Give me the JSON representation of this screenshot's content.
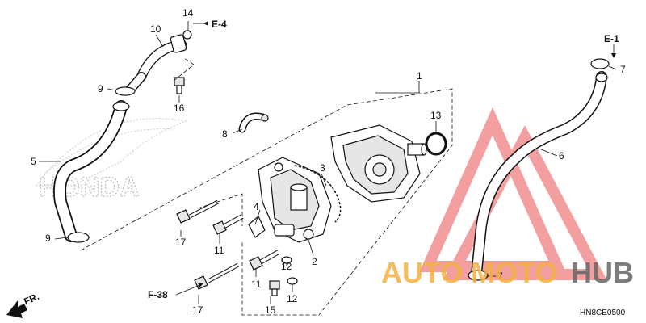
{
  "diagram": {
    "callouts": {
      "c1": "1",
      "c2": "2",
      "c3": "3",
      "c4": "4",
      "c5": "5",
      "c6": "6",
      "c7a": "7",
      "c7b": "7",
      "c8": "8",
      "c9a": "9",
      "c9b": "9",
      "c10": "10",
      "c11a": "11",
      "c11b": "11",
      "c12a": "12",
      "c12b": "12",
      "c13": "13",
      "c14": "14",
      "c15": "15",
      "c16": "16",
      "c17a": "17",
      "c17b": "17"
    },
    "references": {
      "e4": "E-4",
      "e1": "E-1",
      "f38": "F-38"
    },
    "direction": "FR.",
    "diagram_code": "HN8CE0500"
  },
  "watermark": {
    "auto": "AUTO",
    "moto": "MOTO",
    "hub": "HUB",
    "brand_bg": "HONDA",
    "colors": {
      "triangle": "#f08080",
      "auto_moto": "#f5b041",
      "hub": "#666666"
    }
  }
}
